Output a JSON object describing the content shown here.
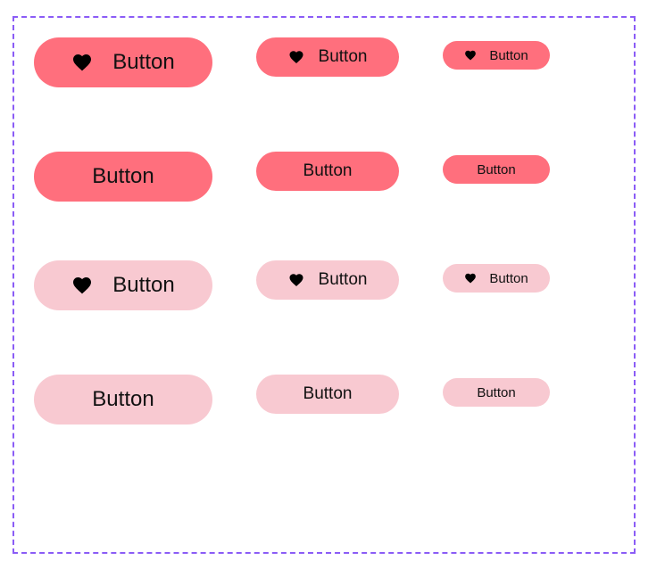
{
  "colors": {
    "frame_border": "#8b5cf6",
    "primary_fill": "#ff6f7d",
    "secondary_fill": "#f8c9d1",
    "text": "#111111"
  },
  "rows": [
    {
      "variant": "primary",
      "has_icon": true,
      "icon": "heart-icon",
      "buttons": [
        {
          "size": "large",
          "label": "Button"
        },
        {
          "size": "medium",
          "label": "Button"
        },
        {
          "size": "small",
          "label": "Button"
        }
      ]
    },
    {
      "variant": "primary",
      "has_icon": false,
      "buttons": [
        {
          "size": "large",
          "label": "Button"
        },
        {
          "size": "medium",
          "label": "Button"
        },
        {
          "size": "small",
          "label": "Button"
        }
      ]
    },
    {
      "variant": "secondary",
      "has_icon": true,
      "icon": "heart-icon",
      "buttons": [
        {
          "size": "large",
          "label": "Button"
        },
        {
          "size": "medium",
          "label": "Button"
        },
        {
          "size": "small",
          "label": "Button"
        }
      ]
    },
    {
      "variant": "secondary",
      "has_icon": false,
      "buttons": [
        {
          "size": "large",
          "label": "Button"
        },
        {
          "size": "medium",
          "label": "Button"
        },
        {
          "size": "small",
          "label": "Button"
        }
      ]
    }
  ]
}
